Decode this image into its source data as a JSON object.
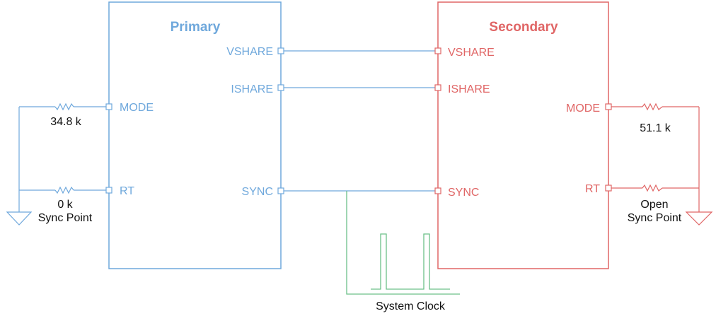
{
  "colors": {
    "primary": "#6fa8dc",
    "secondary": "#e06666",
    "clock": "#6cc089",
    "text": "#111111"
  },
  "primary": {
    "title": "Primary",
    "pins": {
      "vshare": "VSHARE",
      "ishare": "ISHARE",
      "mode": "MODE",
      "rt": "RT",
      "sync": "SYNC"
    },
    "mode_resistor": "34.8 k",
    "rt_resistor": "0 k",
    "ground_label": "Sync Point"
  },
  "secondary": {
    "title": "Secondary",
    "pins": {
      "vshare": "VSHARE",
      "ishare": "ISHARE",
      "mode": "MODE",
      "rt": "RT",
      "sync": "SYNC"
    },
    "mode_resistor": "51.1 k",
    "rt_resistor": "Open",
    "ground_label": "Sync Point"
  },
  "clock": {
    "label": "System Clock"
  },
  "icons": [
    "resistor-icon",
    "ground-icon",
    "clock-pulse-icon",
    "pin-icon"
  ]
}
